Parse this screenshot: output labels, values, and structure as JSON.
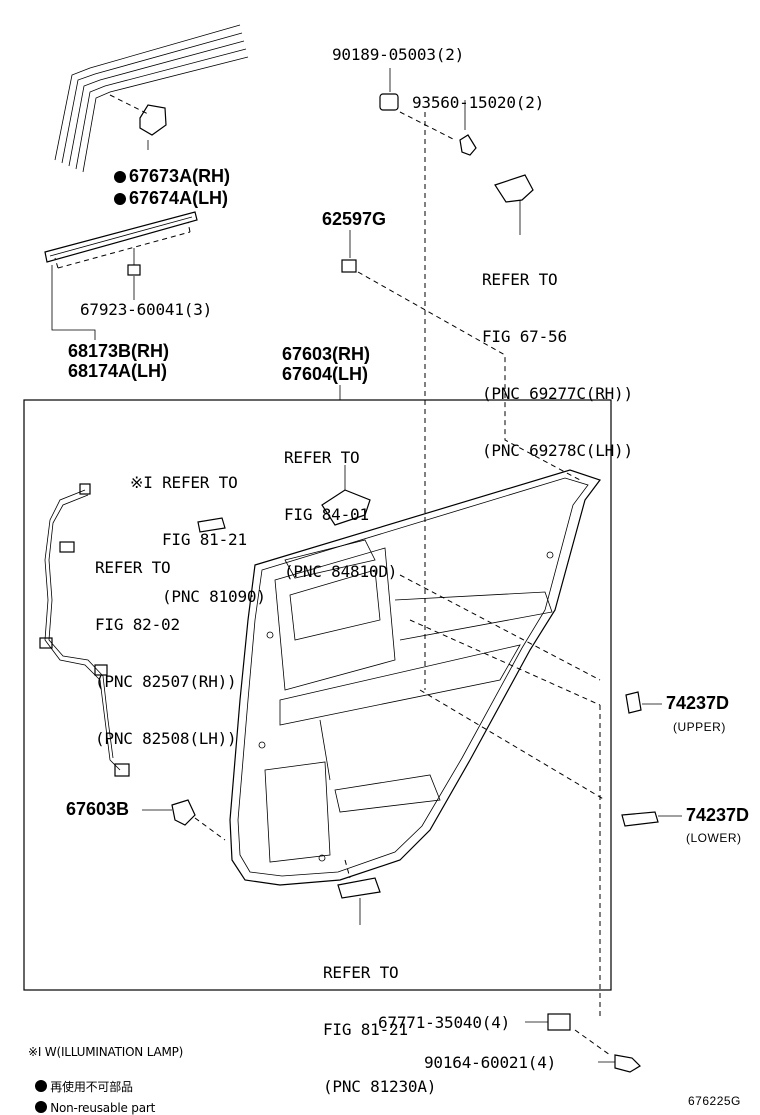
{
  "parts": {
    "p90189": "90189-05003(2)",
    "p93560": "93560-15020(2)",
    "p67673a": "67673A(RH)",
    "p67674a": "67674A(LH)",
    "p62597g": "62597G",
    "ref_67_56": [
      "REFER TO",
      "FIG 67-56",
      "(PNC 69277C(RH))",
      "(PNC 69278C(LH))"
    ],
    "p67923": "67923-60041(3)",
    "p68173b": "68173B(RH)",
    "p68174a": "68174A(LH)",
    "p67603rh": "67603(RH)",
    "p67604lh": "67604(LH)",
    "ref_84_01": [
      "REFER TO",
      "FIG 84-01",
      "(PNC 84810D)"
    ],
    "ref_81_21_top": [
      "※I REFER TO",
      "FIG 81-21",
      "(PNC 81090)"
    ],
    "ref_82_02": [
      "REFER TO",
      "FIG 82-02",
      "(PNC 82507(RH))",
      "(PNC 82508(LH))"
    ],
    "p74237d_upper": "74237D",
    "upper_note": "(UPPER)",
    "p67603b": "67603B",
    "p74237d_lower": "74237D",
    "lower_note": "(LOWER)",
    "ref_81_21_bottom": [
      "REFER TO",
      "FIG 81-21",
      "(PNC 81230A)"
    ],
    "p67771": "67771-35040(4)",
    "p90164": "90164-60021(4)"
  },
  "legend": {
    "illumination": "※I W(ILLUMINATION LAMP)",
    "nonreusable_jp": "再使用不可部品",
    "nonreusable_en": "Non-reusable part"
  },
  "figure_id": "676225G"
}
